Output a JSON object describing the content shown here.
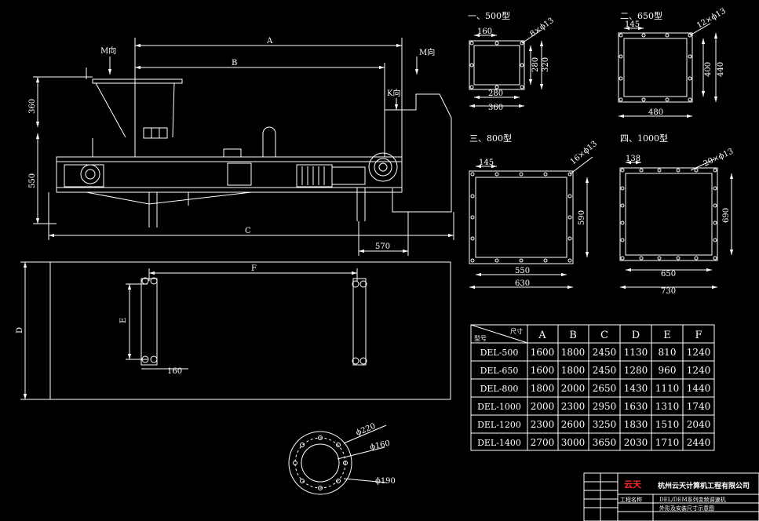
{
  "views": {
    "side": {
      "dims": {
        "A": "A",
        "B": "B",
        "C": "C",
        "h1": "360",
        "h2": "550",
        "w": "570",
        "m_left": "M向",
        "m_right": "M向",
        "k": "K向"
      }
    },
    "plan": {
      "dims": {
        "F": "F",
        "E": "E",
        "D": "D",
        "s": "160"
      }
    },
    "circle": {
      "dims": {
        "d1": "ϕ220",
        "d2": "ϕ160",
        "d3": "ϕ190"
      }
    },
    "flanges": [
      {
        "title": "一、500型",
        "holes": "8×ϕ13",
        "d_top": "160",
        "d_in": "280",
        "d_out": "360",
        "v_in": "280",
        "v_out": "320"
      },
      {
        "title": "二、650型",
        "holes": "12×ϕ13",
        "d_top": "145",
        "d_out": "480",
        "v_in": "400",
        "v_out": "440"
      },
      {
        "title": "三、800型",
        "holes": "16×ϕ13",
        "d_top": "145",
        "d_in": "550",
        "d_out": "630",
        "v_in": "590"
      },
      {
        "title": "四、1000型",
        "holes": "20×ϕ13",
        "d_top": "138",
        "d_in": "650",
        "d_out": "730",
        "v_in": "690"
      }
    ]
  },
  "table": {
    "corner_top": "尺寸",
    "corner_bottom": "型号",
    "columns": [
      "A",
      "B",
      "C",
      "D",
      "E",
      "F"
    ],
    "rows": [
      {
        "model": "DEL-500",
        "values": [
          "1600",
          "1800",
          "2450",
          "1130",
          "810",
          "1240"
        ]
      },
      {
        "model": "DEL-650",
        "values": [
          "1600",
          "1800",
          "2450",
          "1280",
          "960",
          "1240"
        ]
      },
      {
        "model": "DEL-800",
        "values": [
          "1800",
          "2000",
          "2650",
          "1430",
          "1110",
          "1440"
        ]
      },
      {
        "model": "DEL-1000",
        "values": [
          "2000",
          "2300",
          "2950",
          "1630",
          "1310",
          "1740"
        ]
      },
      {
        "model": "DEL-1200",
        "values": [
          "2300",
          "2600",
          "3250",
          "1830",
          "1510",
          "2040"
        ]
      },
      {
        "model": "DEL-1400",
        "values": [
          "2700",
          "3000",
          "3650",
          "2030",
          "1710",
          "2440"
        ]
      }
    ]
  },
  "title_block": {
    "logo": "云天",
    "company": "杭州云天计算机工程有限公司",
    "project_label": "工程名称",
    "product": "DEL/DEM系列变频调速机",
    "drawing_title": "外形及安装尺寸示意图"
  },
  "colors": {
    "line": "#ffffff",
    "background": "#000000",
    "accent": "#ff2a2a"
  }
}
